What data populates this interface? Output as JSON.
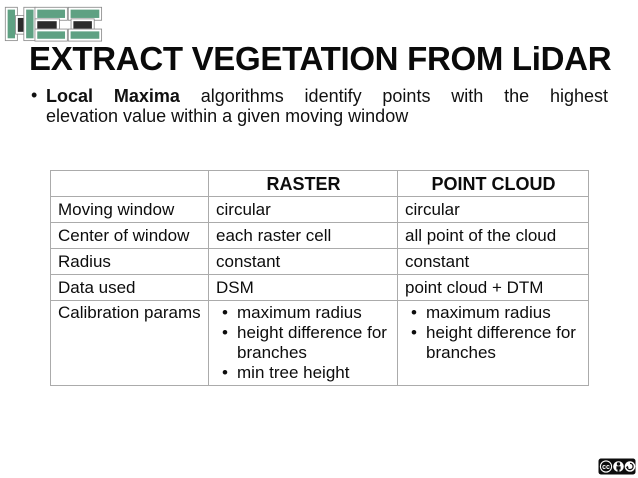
{
  "page": {
    "background": "#ffffff"
  },
  "logo": {
    "green": "#5fa183",
    "dark": "#2b2b2b",
    "outline": "#8a8a8a"
  },
  "slide": {
    "title": "EXTRACT VEGETATION FROM LiDAR",
    "bullet": {
      "marker": "•",
      "bold_text": "Local Maxima",
      "line1_rest": " algorithms identify points with the highest",
      "line2": "elevation value within a given moving window"
    }
  },
  "table": {
    "marker": "•",
    "col_headers": [
      "RASTER",
      "POINT CLOUD"
    ],
    "rows": [
      {
        "label": "Moving window",
        "raster": "circular",
        "point_cloud": "circular"
      },
      {
        "label": "Center of window",
        "raster": "each raster cell",
        "point_cloud": "all point of the cloud"
      },
      {
        "label": "Radius",
        "raster": "constant",
        "point_cloud": "constant"
      },
      {
        "label": "Data used",
        "raster": "DSM",
        "point_cloud": "point cloud + DTM"
      },
      {
        "label": "Calibration params",
        "raster_items": [
          "maximum radius",
          "height difference for branches",
          "min tree height"
        ],
        "point_cloud_items": [
          "maximum radius",
          "height difference for branches"
        ]
      }
    ]
  },
  "license": {
    "badge": "CC BY-SA",
    "cc_text": "cc"
  }
}
